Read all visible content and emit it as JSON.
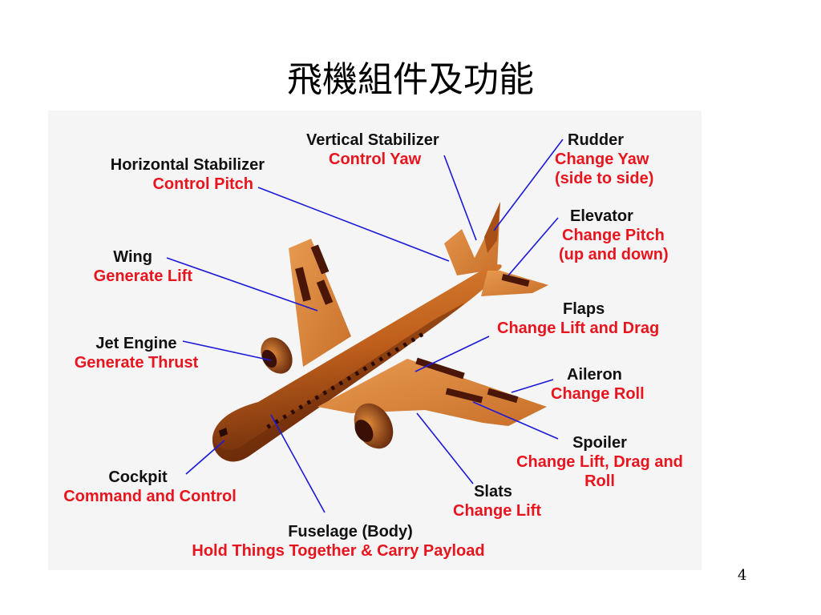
{
  "title": "飛機組件及功能",
  "page_number": "4",
  "labels": {
    "vertical_stabilizer": {
      "name": "Vertical Stabilizer",
      "function": "Control Yaw"
    },
    "rudder": {
      "name": "Rudder",
      "function_1": "Change Yaw",
      "function_2": "(side to side)"
    },
    "horizontal_stabilizer": {
      "name": "Horizontal Stabilizer",
      "function": "Control Pitch"
    },
    "elevator": {
      "name": "Elevator",
      "function_1": "Change Pitch",
      "function_2": "(up and down)"
    },
    "wing": {
      "name": "Wing",
      "function": "Generate Lift"
    },
    "flaps": {
      "name": "Flaps",
      "function": "Change Lift and Drag"
    },
    "jet_engine": {
      "name": "Jet Engine",
      "function": "Generate Thrust"
    },
    "aileron": {
      "name": "Aileron",
      "function": "Change Roll"
    },
    "spoiler": {
      "name": "Spoiler",
      "function_1": "Change Lift, Drag and",
      "function_2": "Roll"
    },
    "cockpit": {
      "name": "Cockpit",
      "function": "Command and Control"
    },
    "slats": {
      "name": "Slats",
      "function": "Change Lift"
    },
    "fuselage": {
      "name": "Fuselage (Body)",
      "function": "Hold Things Together & Carry Payload"
    }
  },
  "colors": {
    "name_text": "#111111",
    "function_text": "#e8141e",
    "leader_line": "#1a1ad8",
    "airframe": "#c8661e",
    "airframe_dark": "#4a1608",
    "panel_background": "#f5f5f5"
  }
}
